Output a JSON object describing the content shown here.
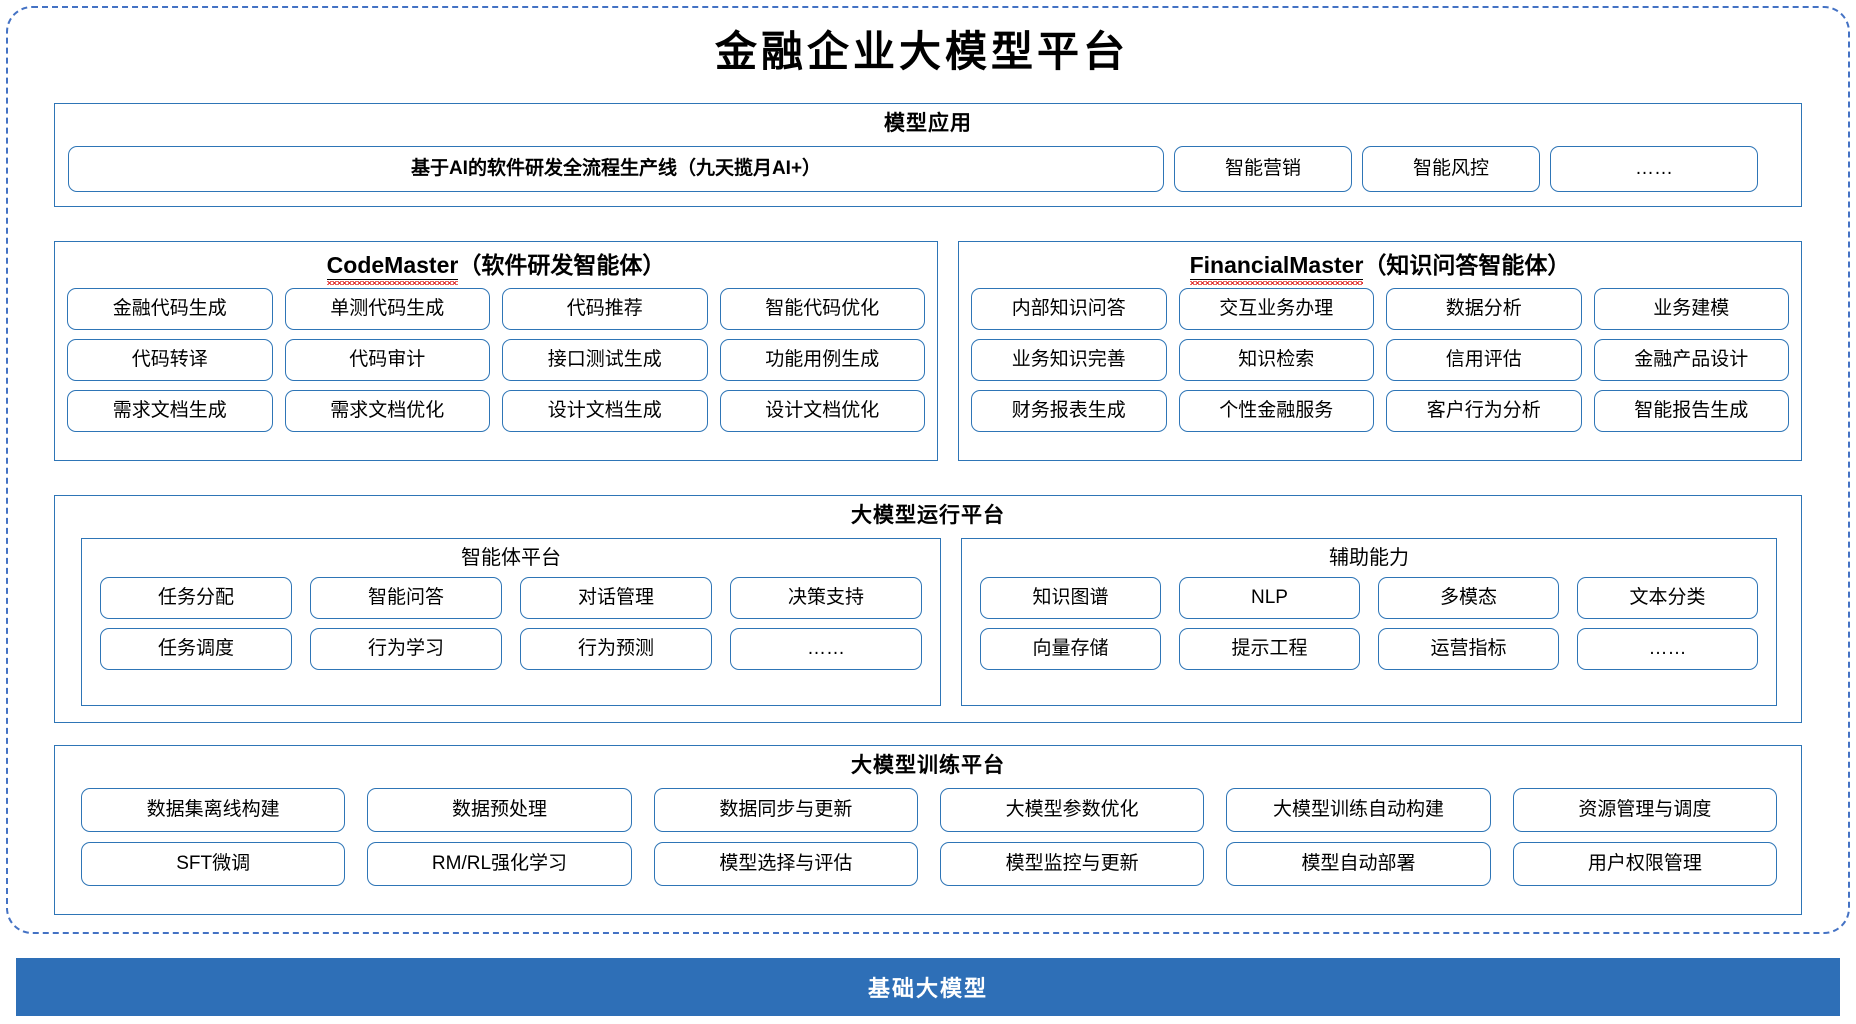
{
  "title": "金融企业大模型平台",
  "colors": {
    "outer_border": "#4472C4",
    "panel_border": "#2E75B6",
    "chip_border": "#2E75B6",
    "base_bar_bg": "#2E6FB7",
    "base_bar_text": "#FFFFFF",
    "spellcheck_underline": "#E03030"
  },
  "model_apps": {
    "title": "模型应用",
    "hero": "基于AI的软件研发全流程生产线（九天揽月AI+）",
    "items": [
      "智能营销",
      "智能风控",
      "……"
    ]
  },
  "code_master": {
    "name_en": "CodeMaster",
    "name_cn": "（软件研发智能体）",
    "items": [
      "金融代码生成",
      "单测代码生成",
      "代码推荐",
      "智能代码优化",
      "代码转译",
      "代码审计",
      "接口测试生成",
      "功能用例生成",
      "需求文档生成",
      "需求文档优化",
      "设计文档生成",
      "设计文档优化"
    ]
  },
  "financial_master": {
    "name_en": "FinancialMaster",
    "name_cn": "（知识问答智能体）",
    "items": [
      "内部知识问答",
      "交互业务办理",
      "数据分析",
      "业务建模",
      "业务知识完善",
      "知识检索",
      "信用评估",
      "金融产品设计",
      "财务报表生成",
      "个性金融服务",
      "客户行为分析",
      "智能报告生成"
    ]
  },
  "runtime_platform": {
    "title": "大模型运行平台",
    "agent_platform": {
      "title": "智能体平台",
      "items": [
        "任务分配",
        "智能问答",
        "对话管理",
        "决策支持",
        "任务调度",
        "行为学习",
        "行为预测",
        "……"
      ]
    },
    "auxiliary": {
      "title": "辅助能力",
      "items": [
        "知识图谱",
        "NLP",
        "多模态",
        "文本分类",
        "向量存储",
        "提示工程",
        "运营指标",
        "……"
      ]
    }
  },
  "training_platform": {
    "title": "大模型训练平台",
    "items": [
      "数据集离线构建",
      "数据预处理",
      "数据同步与更新",
      "大模型参数优化",
      "大模型训练自动构建",
      "资源管理与调度",
      "SFT微调",
      "RM/RL强化学习",
      "模型选择与评估",
      "模型监控与更新",
      "模型自动部署",
      "用户权限管理"
    ]
  },
  "base_model": {
    "label": "基础大模型"
  }
}
